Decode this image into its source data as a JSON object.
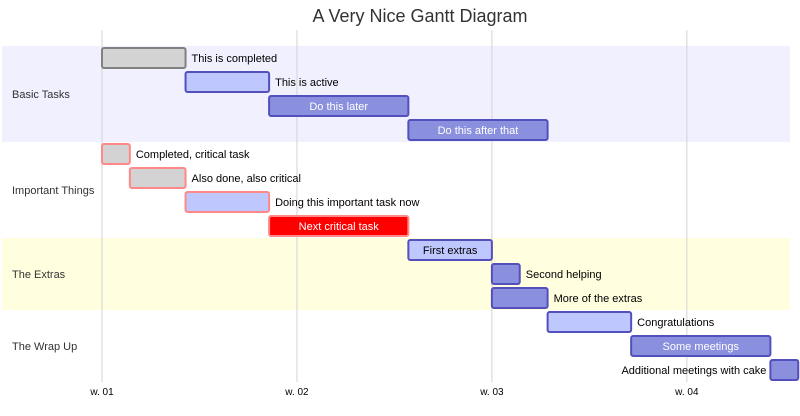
{
  "chart_data": {
    "type": "gantt",
    "title": "A Very Nice Gantt Diagram",
    "x_ticks": [
      "w. 01",
      "w. 02",
      "w. 03",
      "w. 04"
    ],
    "colors": {
      "done_fill": "#d3d3d3",
      "done_stroke": "#808080",
      "active_fill": "#bfc7ff",
      "active_stroke": "#534fbc",
      "future_fill": "#8a90dd",
      "future_stroke": "#534fbc",
      "crit_stroke": "#ff8888",
      "crit_future_fill": "#ff0000",
      "section_even": "#f0f0ff",
      "section_odd": "#ffffff",
      "section_extras": "#ffffe0",
      "grid": "#d3d3d3"
    },
    "sections": [
      {
        "name": "Basic Tasks",
        "tasks": [
          {
            "label": "This is completed",
            "start": 0,
            "end": 3,
            "status": "done",
            "crit": false
          },
          {
            "label": "This is active",
            "start": 3,
            "end": 6,
            "status": "active",
            "crit": false
          },
          {
            "label": "Do this later",
            "start": 6,
            "end": 11,
            "status": "future",
            "crit": false
          },
          {
            "label": "Do this after that",
            "start": 11,
            "end": 16,
            "status": "future",
            "crit": false
          }
        ]
      },
      {
        "name": "Important Things",
        "tasks": [
          {
            "label": "Completed, critical task",
            "start": 0,
            "end": 1,
            "status": "done",
            "crit": true
          },
          {
            "label": "Also done, also critical",
            "start": 1,
            "end": 3,
            "status": "done",
            "crit": true
          },
          {
            "label": "Doing this important task now",
            "start": 3,
            "end": 6,
            "status": "active",
            "crit": true
          },
          {
            "label": "Next critical task",
            "start": 6,
            "end": 11,
            "status": "future",
            "crit": true
          }
        ]
      },
      {
        "name": "The Extras",
        "tasks": [
          {
            "label": "First extras",
            "start": 11,
            "end": 14,
            "status": "active",
            "crit": false
          },
          {
            "label": "Second helping",
            "start": 14,
            "end": 15,
            "status": "future",
            "crit": false
          },
          {
            "label": "More of the extras",
            "start": 14,
            "end": 16,
            "status": "future",
            "crit": false
          }
        ]
      },
      {
        "name": "The Wrap Up",
        "tasks": [
          {
            "label": "Congratulations",
            "start": 16,
            "end": 19,
            "status": "active",
            "crit": false
          },
          {
            "label": "Some meetings",
            "start": 19,
            "end": 24,
            "status": "future",
            "crit": false
          },
          {
            "label": "Additional meetings with cake",
            "start": 24,
            "end": 25,
            "status": "future",
            "crit": false
          }
        ]
      }
    ]
  }
}
